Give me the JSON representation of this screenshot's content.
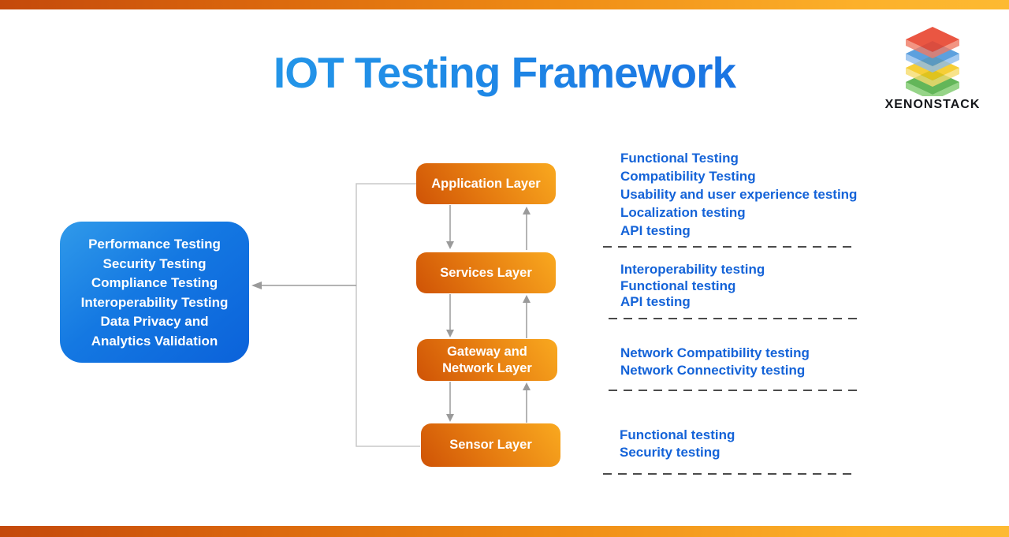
{
  "header": {
    "title": "IOT Testing Framework"
  },
  "logo": {
    "brand": "XENONSTACK"
  },
  "summary_box": {
    "lines": [
      "Performance Testing",
      "Security Testing",
      "Compliance Testing",
      "Interoperability Testing",
      "Data Privacy and",
      "Analytics Validation"
    ]
  },
  "layers": [
    {
      "label": "Application Layer",
      "tests": [
        "Functional Testing",
        "Compatibility Testing",
        "Usability and user experience testing",
        "Localization testing",
        "API testing"
      ]
    },
    {
      "label": "Services Layer",
      "tests": [
        "Interoperability testing",
        "Functional testing",
        "API testing"
      ]
    },
    {
      "label": "Gateway and Network Layer",
      "tests": [
        "Network Compatibility testing",
        "Network Connectivity testing"
      ]
    },
    {
      "label": "Sensor Layer",
      "tests": [
        "Functional testing",
        "Security testing"
      ]
    }
  ],
  "colors": {
    "accent_bar_start": "#c4490b",
    "accent_bar_end": "#fdba32",
    "layer_box_start": "#cf5306",
    "layer_box_end": "#f9a91f",
    "summary_box_start": "#309aea",
    "summary_box_end": "#0b62da",
    "title_start": "#2ba6ec",
    "title_end": "#155fe0",
    "test_text": "#1463d8",
    "dashed_divider": "#4b4b4b",
    "connector_gray": "#9a9a9a",
    "logo_layers": [
      "#e8442e",
      "#3f8fd8",
      "#f4c514",
      "#48a93c"
    ]
  }
}
